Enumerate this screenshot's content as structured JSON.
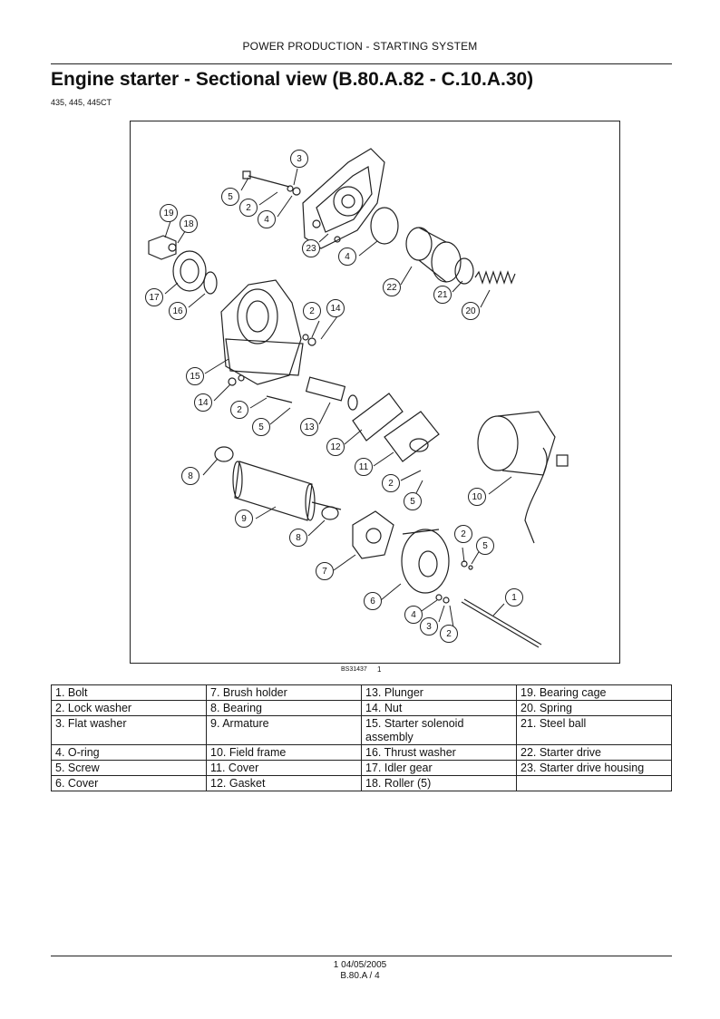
{
  "header": {
    "section": "POWER PRODUCTION - STARTING SYSTEM"
  },
  "title": "Engine starter - Sectional view (B.80.A.82 - C.10.A.30)",
  "models": "435, 445, 445CT",
  "figure": {
    "id": "BS31437",
    "number": "1",
    "callouts": [
      "1",
      "2",
      "3",
      "4",
      "5",
      "6",
      "7",
      "8",
      "9",
      "10",
      "11",
      "12",
      "13",
      "14",
      "15",
      "16",
      "17",
      "18",
      "19",
      "20",
      "21",
      "22",
      "23"
    ]
  },
  "legend": {
    "rows": [
      [
        "1.  Bolt",
        "7.  Brush holder",
        "13.  Plunger",
        "19.  Bearing cage"
      ],
      [
        "2.  Lock washer",
        "8.  Bearing",
        "14.  Nut",
        "20.  Spring"
      ],
      [
        "3.  Flat washer",
        "9.  Armature",
        "15.  Starter solenoid assembly",
        "21.  Steel ball"
      ],
      [
        "4.  O-ring",
        "10.  Field frame",
        "16.  Thrust washer",
        "22.  Starter drive"
      ],
      [
        "5.  Screw",
        "11.  Cover",
        "17.  Idler gear",
        "23.  Starter drive housing"
      ],
      [
        "6.  Cover",
        "12.  Gasket",
        "18.  Roller (5)",
        ""
      ]
    ]
  },
  "footer": {
    "line1": "1 04/05/2005",
    "line2": "B.80.A / 4"
  }
}
